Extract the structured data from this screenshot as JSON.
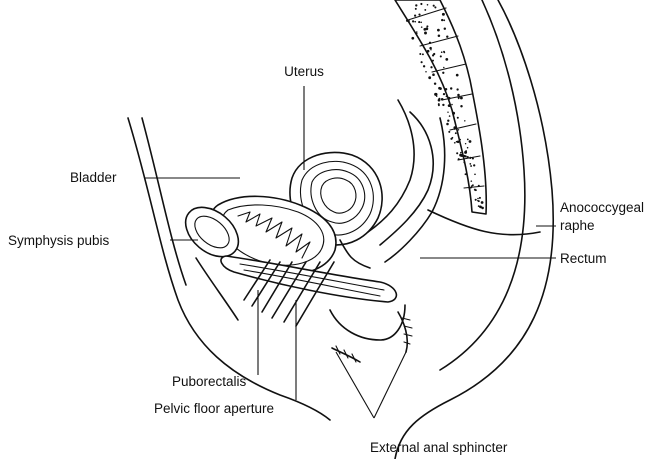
{
  "labels": {
    "uterus": "Uterus",
    "bladder": "Bladder",
    "symphysis_pubis": "Symphysis pubis",
    "anococcygeal_raphe_line1": "Anococcygeal",
    "anococcygeal_raphe_line2": "raphe",
    "rectum": "Rectum",
    "puborectalis": "Puborectalis",
    "pelvic_floor_aperture": "Pelvic floor aperture",
    "external_anal_sphincter": "External anal sphincter"
  },
  "colors": {
    "ink": "#111111",
    "paper": "#ffffff"
  }
}
